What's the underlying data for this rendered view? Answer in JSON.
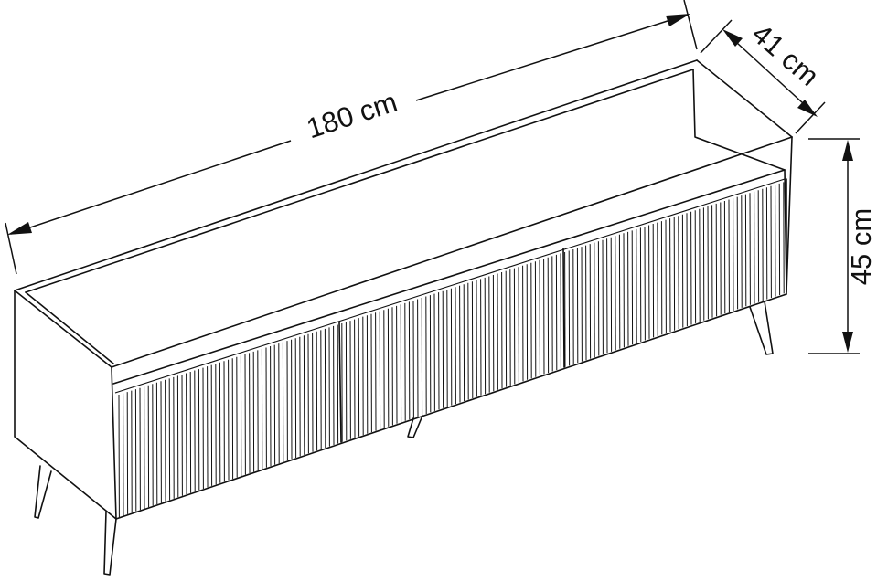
{
  "dimensions": {
    "width": "180 cm",
    "depth": "41 cm",
    "height": "45 cm"
  },
  "colors": {
    "line": "#111111",
    "background": "#ffffff"
  },
  "front_panel_count": 3
}
